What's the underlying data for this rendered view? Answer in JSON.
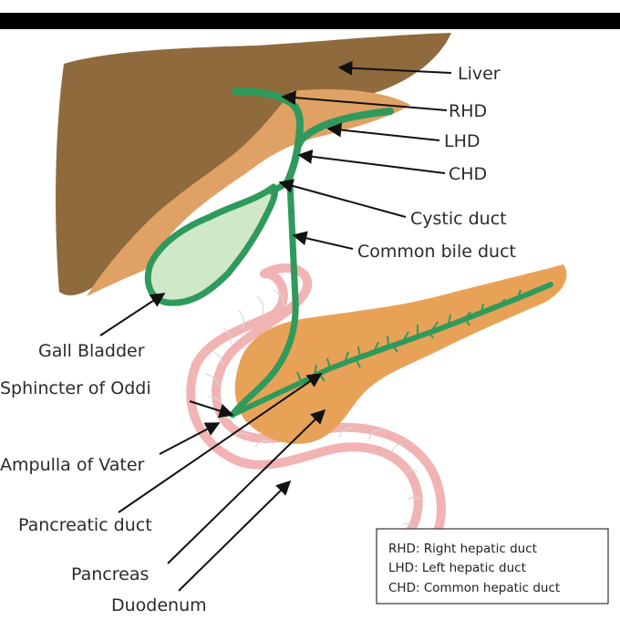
{
  "labels": {
    "liver": "Liver",
    "rhd": "RHD",
    "lhd": "LHD",
    "chd": "CHD",
    "cystic_duct": "Cystic duct",
    "common_bile_duct": "Common bile duct",
    "gall_bladder": "Gall Bladder",
    "sphincter_of_oddi": "Sphincter of Oddi",
    "ampulla_of_vater": "Ampulla of Vater",
    "pancreatic_duct": "Pancreatic duct",
    "pancreas": "Pancreas",
    "duodenum": "Duodenum"
  },
  "legend": {
    "line1": "RHD: Right hepatic duct",
    "line2": "LHD: Left hepatic duct",
    "line3": "CHD: Common hepatic duct"
  },
  "colors": {
    "liver_dark": "#8f6a3c",
    "liver_light": "#e0a164",
    "duct_green": "#2e9a5b",
    "gallbladder_fill": "#cfe8c8",
    "pancreas": "#e8a258",
    "duodenum_outline": "#f2b3b3",
    "top_bar": "#000000"
  }
}
